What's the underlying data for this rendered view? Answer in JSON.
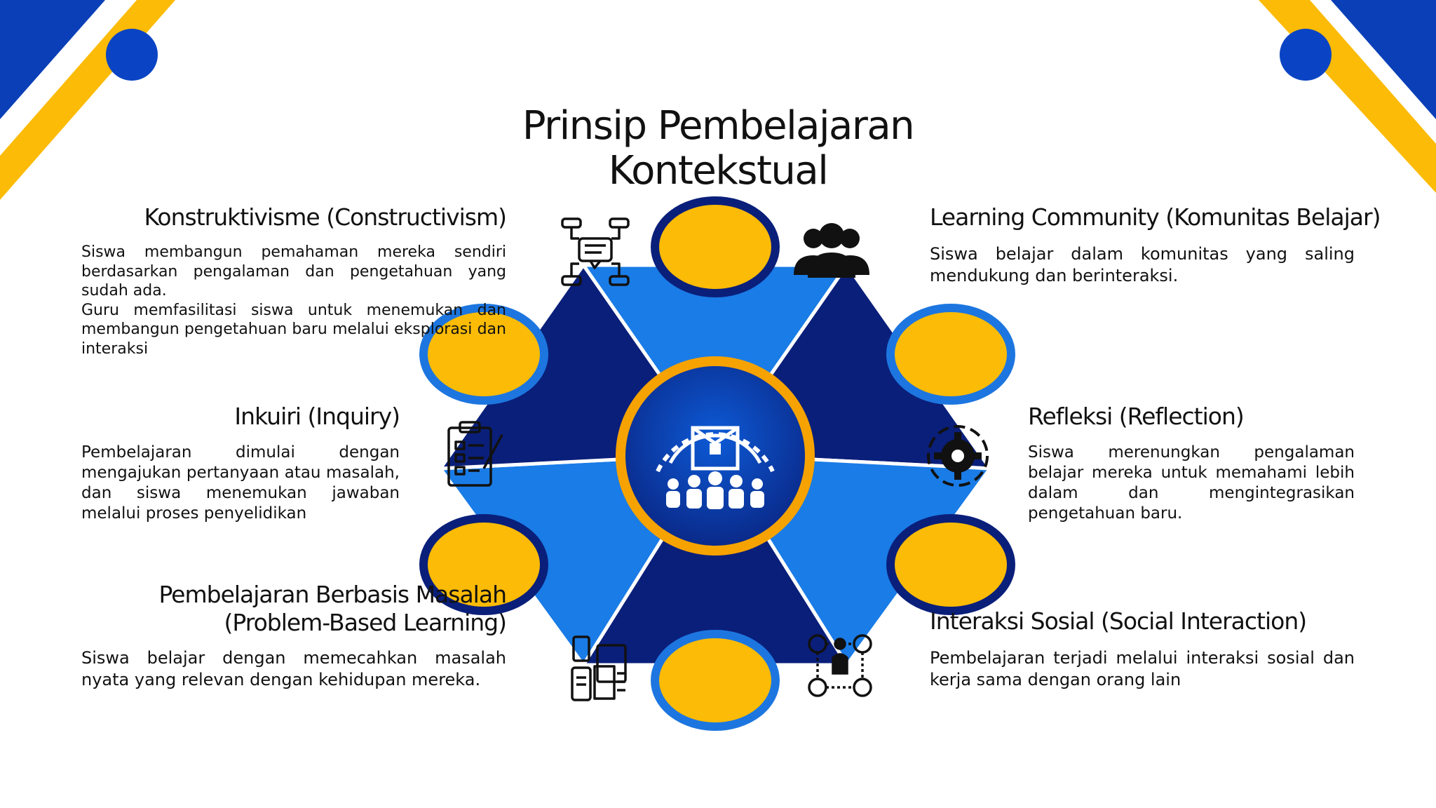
{
  "title": {
    "line1": "Prinsip Pembelajaran",
    "line2": "Kontekstual"
  },
  "principles": {
    "constructivism": {
      "heading": "Konstruktivisme (Constructivism)",
      "para1": "Siswa membangun pemahaman mereka sendiri berdasarkan pengalaman dan pengetahuan yang sudah ada.",
      "para2": "Guru memfasilitasi siswa untuk menemukan dan membangun pengetahuan baru melalui eksplorasi dan interaksi",
      "icon": "flowchart-chat-icon"
    },
    "inquiry": {
      "heading": "Inkuiri (Inquiry)",
      "text": "Pembelajaran dimulai dengan mengajukan pertanyaan atau masalah, dan siswa menemukan jawaban melalui proses penyelidikan",
      "icon": "clipboard-checklist-icon"
    },
    "pbl": {
      "heading_line1": "Pembelajaran Berbasis Masalah",
      "heading_line2": "(Problem-Based Learning)",
      "text": "Siswa belajar dengan memecahkan masalah nyata yang relevan dengan kehidupan mereka.",
      "icon": "devices-documents-icon"
    },
    "community": {
      "heading": "Learning Community (Komunitas Belajar)",
      "text": "Siswa belajar dalam komunitas yang saling mendukung dan berinteraksi.",
      "icon": "group-people-icon"
    },
    "reflection": {
      "heading": "Refleksi (Reflection)",
      "text": "Siswa merenungkan pengalaman belajar mereka untuk memahami lebih dalam dan mengintegrasikan pengetahuan baru.",
      "icon": "gear-cycle-icon"
    },
    "social": {
      "heading": "Interaksi Sosial (Social Interaction)",
      "text": "Pembelajaran terjadi melalui interaksi sosial dan kerja sama dengan orang lain",
      "icon": "network-people-icon"
    }
  },
  "center": {
    "icon": "school-community-icon"
  },
  "colors": {
    "dark_navy": "#0a1f7a",
    "bright_blue": "#1a7ce6",
    "mid_blue": "#0d56c9",
    "yellow": "#fbbb06",
    "orange": "#f6a200",
    "circle_border_dark": "#0a1f7a",
    "circle_border_blue": "#1d76e0"
  }
}
